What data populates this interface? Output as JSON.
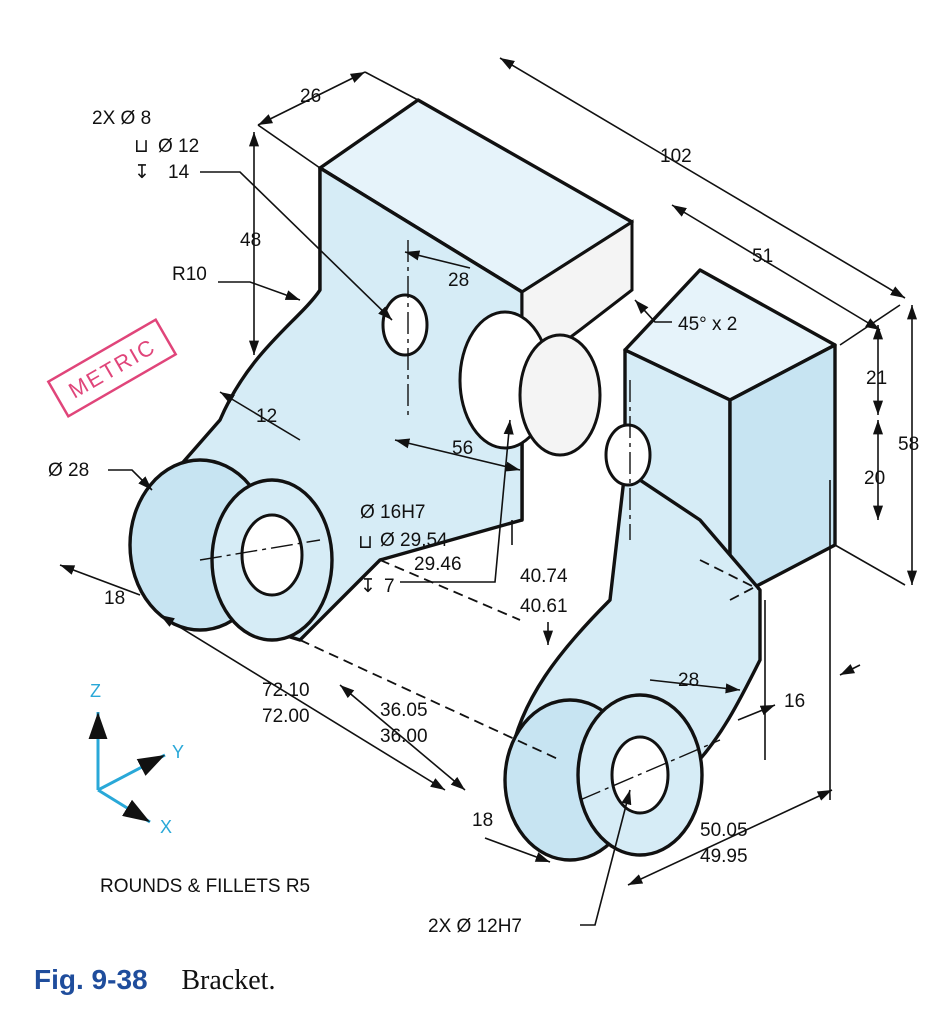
{
  "figure": {
    "number": "Fig. 9-38",
    "title": "Bracket."
  },
  "stamp": "METRIC",
  "note": "ROUNDS & FILLETS R5",
  "axes": {
    "z": "Z",
    "y": "Y",
    "x": "X",
    "color": "#29a8d8"
  },
  "dimensions": {
    "d26": "26",
    "d102": "102",
    "d51": "51",
    "d48": "48",
    "d28_top": "28",
    "d56": "56",
    "d12": "12",
    "d21": "21",
    "d20": "20",
    "d58": "58",
    "d18_left": "18",
    "d18_bottom": "18",
    "d28_right": "28",
    "d16": "16",
    "r10": "R10",
    "chamfer": "45° x 2",
    "dia28": "Ø 28",
    "holes_2x_dia8": "2X  Ø 8",
    "cbore_dia12": "Ø 12",
    "depth_14": "14",
    "bore_dia16h7": "Ø 16H7",
    "cbore_29_54": "Ø 29.54",
    "cbore_29_46": "29.46",
    "depth_7": "7",
    "d40_74": "40.74",
    "d40_61": "40.61",
    "d72_10": "72.10",
    "d72_00": "72.00",
    "d36_05": "36.05",
    "d36_00": "36.00",
    "d50_05": "50.05",
    "d49_95": "49.95",
    "holes_2x_dia12h7": "2X  Ø 12H7"
  },
  "colors": {
    "surface": "#d6ecf6",
    "stamp": "#e0457a",
    "caption": "#1f4d9c"
  }
}
